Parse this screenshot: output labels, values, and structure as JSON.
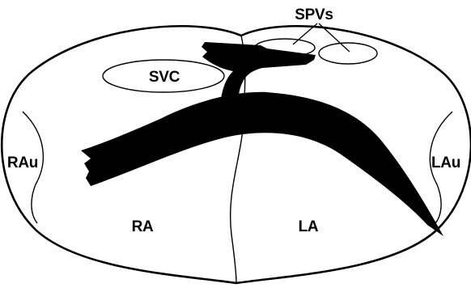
{
  "labels": {
    "svc": "SVC",
    "spvs": "SPVs",
    "rau": "RAu",
    "lau": "LAu",
    "ra": "RA",
    "la": "LA"
  },
  "colors": {
    "stroke": "#000000",
    "fill": "#ffffff",
    "band": "#000000"
  }
}
